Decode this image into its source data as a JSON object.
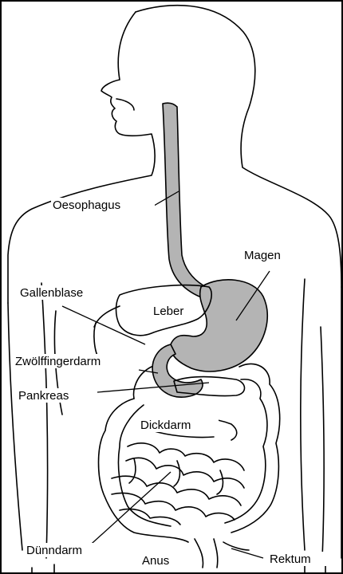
{
  "diagram": {
    "labels": {
      "oesophagus": "Oesophagus",
      "magen": "Magen",
      "gallenblase": "Gallenblase",
      "leber": "Leber",
      "zwoelffingerdarm": "Zwölffingerdarm",
      "pankreas": "Pankreas",
      "dickdarm": "Dickdarm",
      "duenndarm": "Dünndarm",
      "anus": "Anus",
      "rektum": "Rektum"
    },
    "colors": {
      "organ_fill": "#b4b4b4",
      "outline": "#000000",
      "background": "#ffffff"
    }
  }
}
